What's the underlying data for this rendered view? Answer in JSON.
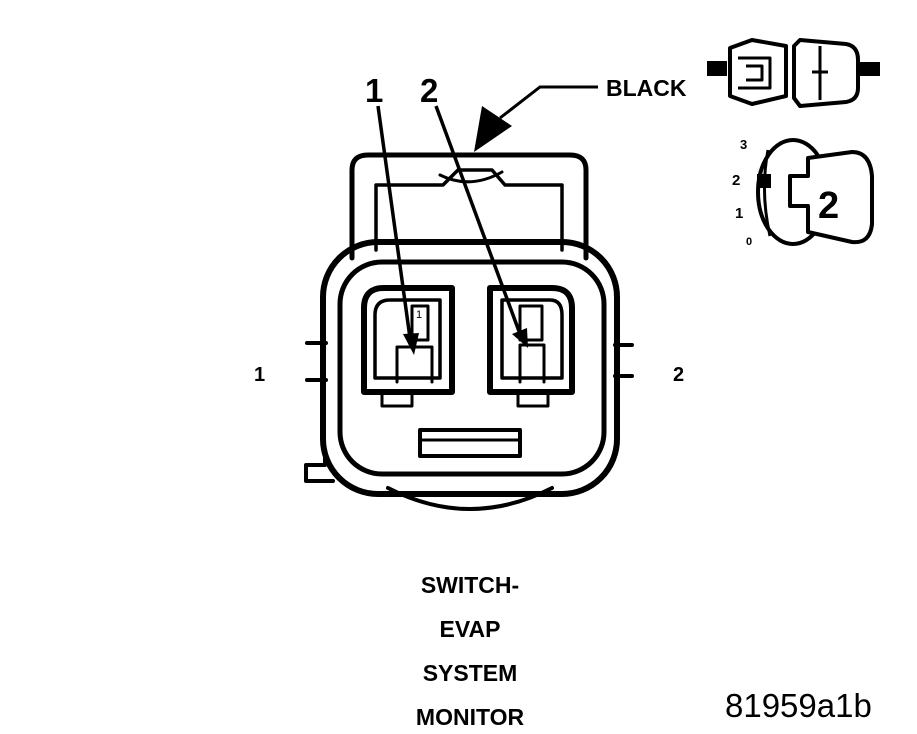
{
  "diagram": {
    "pin_callouts": [
      "1",
      "2"
    ],
    "side_labels": {
      "left": "1",
      "right": "2"
    },
    "color_label": "BLACK",
    "key_scale": {
      "ticks": [
        "3",
        "2",
        "1",
        "0"
      ],
      "key_number": "2"
    },
    "inner_pin_mark": "1",
    "caption_lines": [
      "SWITCH-",
      "EVAP",
      "SYSTEM",
      "MONITOR"
    ],
    "figure_id": "81959a1b"
  },
  "colors": {
    "ink": "#000000",
    "background": "#ffffff"
  }
}
